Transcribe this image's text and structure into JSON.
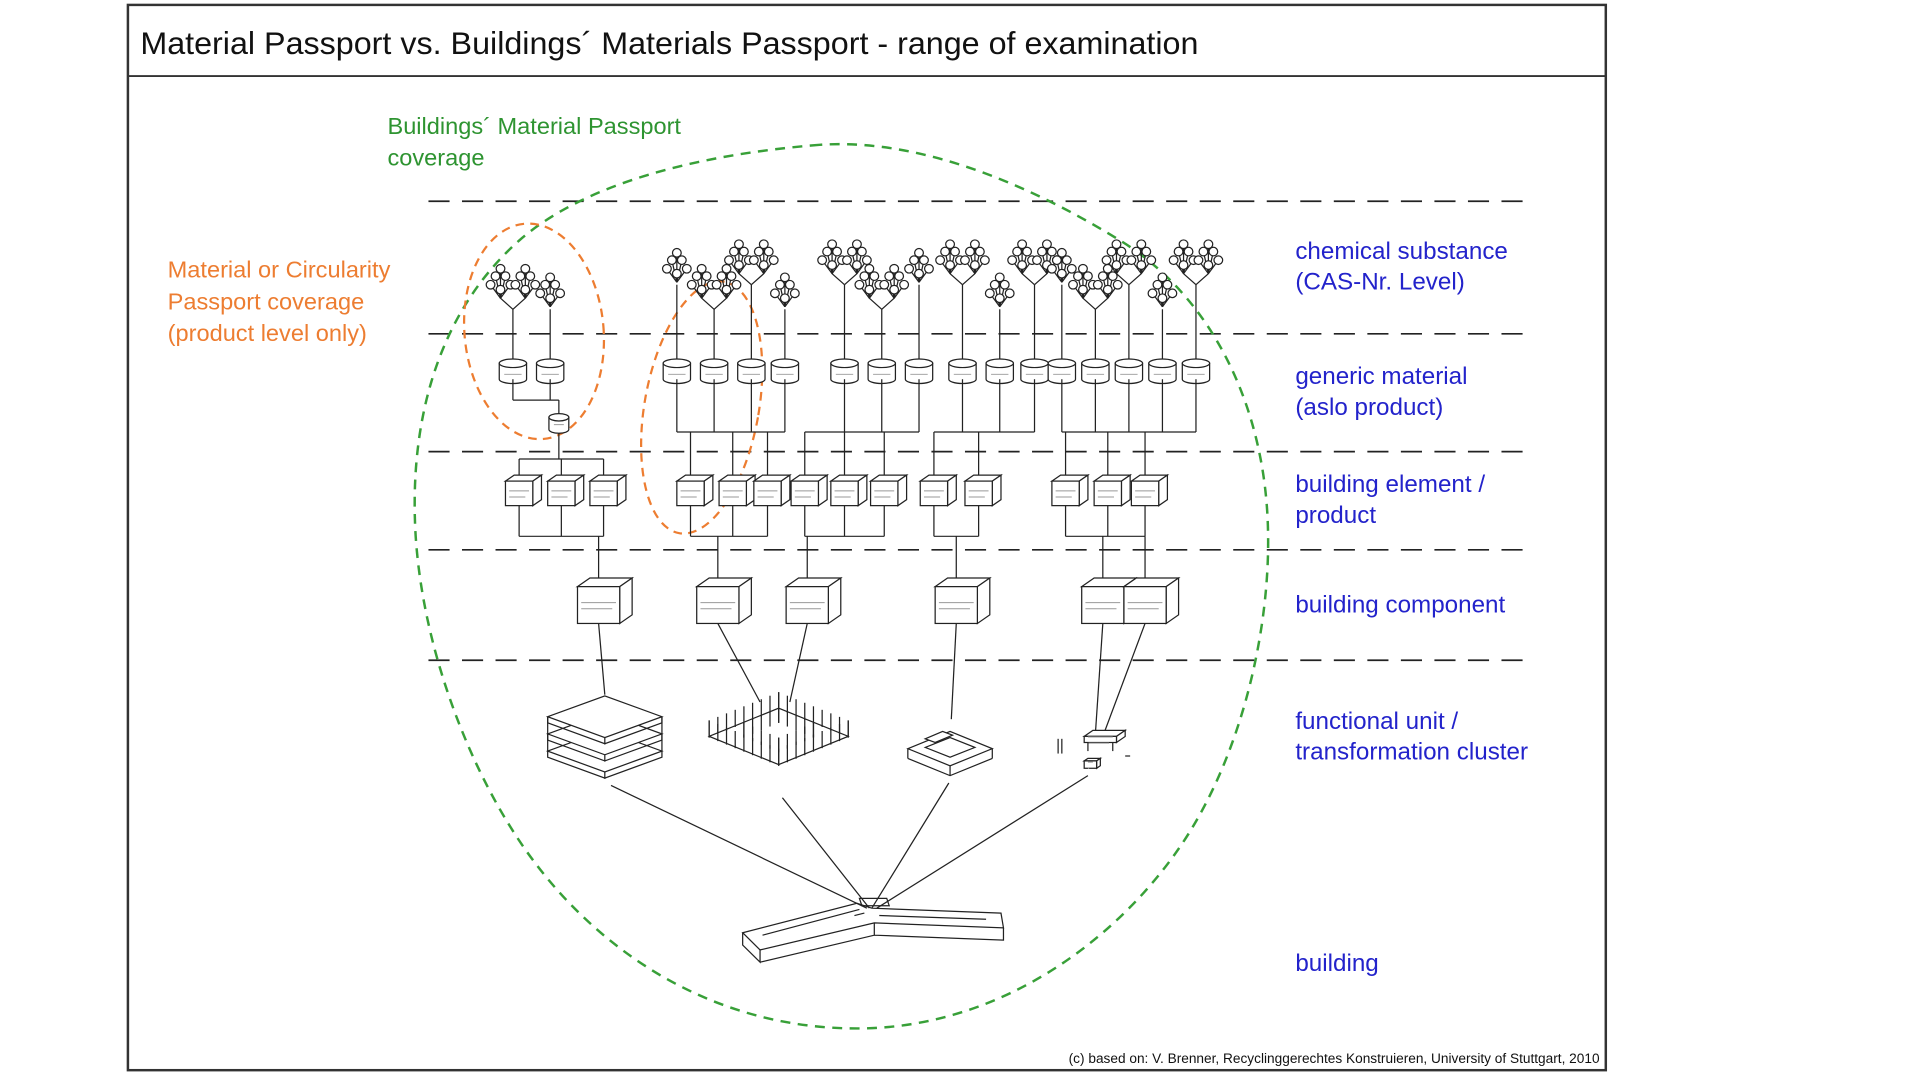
{
  "title": "Material Passport vs. Buildings´ Materials Passport - range of examination",
  "green_coverage": {
    "line1": "Buildings´ Material Passport",
    "line2": "coverage"
  },
  "orange_coverage": {
    "line1": "Material or Circularity",
    "line2": "Passport coverage",
    "line3": "(product level only)"
  },
  "levels": [
    {
      "label": "chemical substance",
      "sublabel": "(CAS-Nr. Level)"
    },
    {
      "label": "generic material",
      "sublabel": "(aslo product)"
    },
    {
      "label": "building element /",
      "sublabel": "product"
    },
    {
      "label": "building component",
      "sublabel": ""
    },
    {
      "label": "functional unit /",
      "sublabel": "transformation cluster"
    },
    {
      "label": "building",
      "sublabel": ""
    }
  ],
  "credit": "(c) based on: V. Brenner, Recyclinggerechtes Konstruieren, University of Stuttgart, 2010",
  "colors": {
    "coverage_green": "#38A038",
    "coverage_orange": "#ED7D31",
    "level_blue": "#2323CB"
  }
}
